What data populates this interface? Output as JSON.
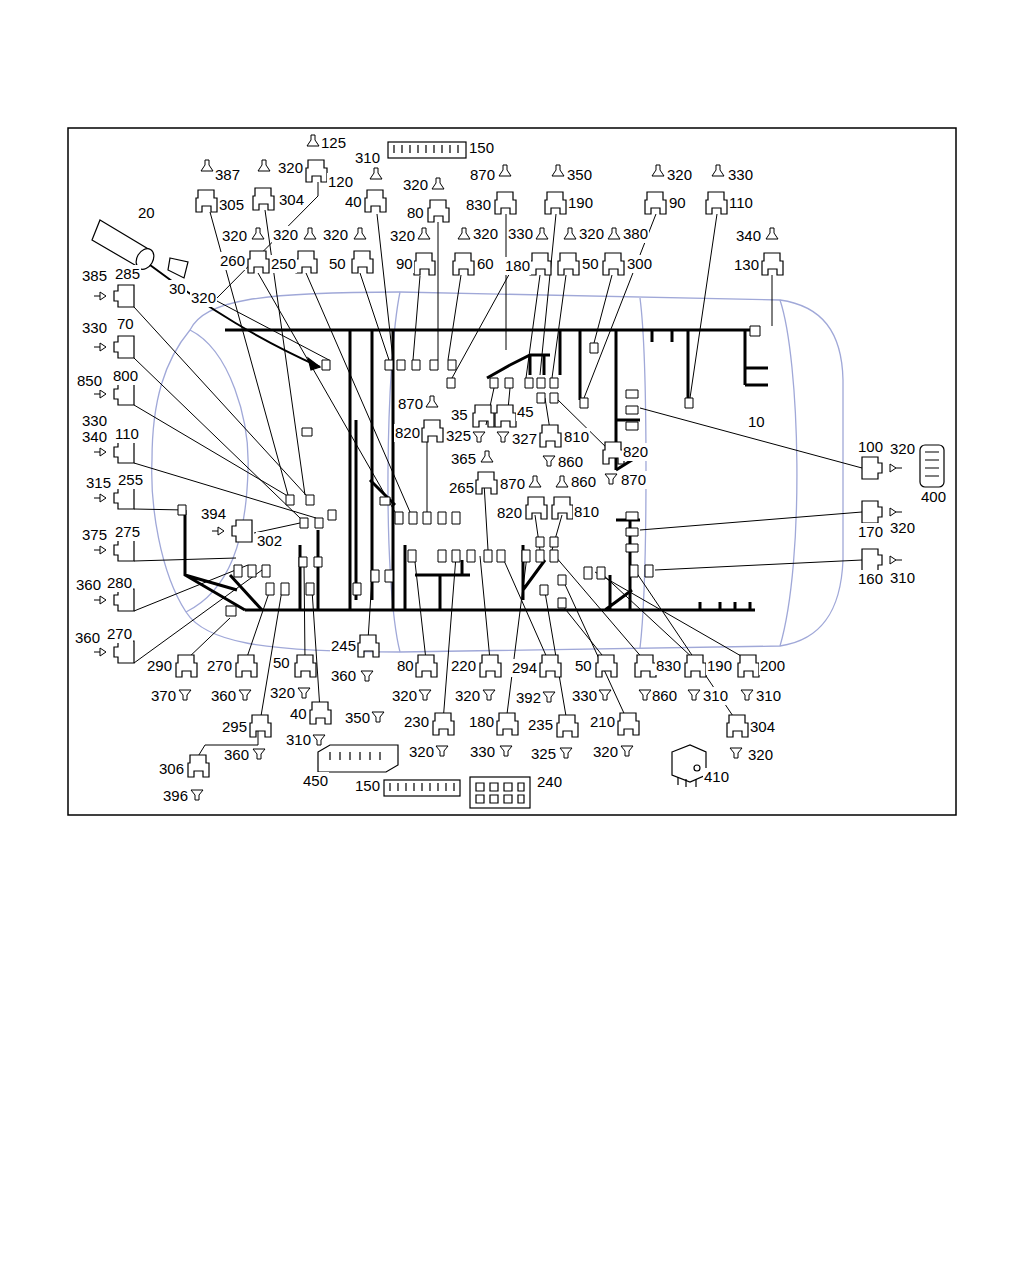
{
  "diagram": {
    "labels": [
      "125",
      "310",
      "150",
      "387",
      "320",
      "120",
      "305",
      "304",
      "320",
      "870",
      "350",
      "320",
      "330",
      "40",
      "80",
      "830",
      "190",
      "90",
      "110",
      "20",
      "320",
      "320",
      "320",
      "320",
      "320",
      "330",
      "320",
      "380",
      "340",
      "260",
      "250",
      "50",
      "90",
      "60",
      "180",
      "50",
      "300",
      "130",
      "30",
      "320",
      "385",
      "285",
      "330",
      "70",
      "850",
      "800",
      "330",
      "340",
      "110",
      "315",
      "255",
      "394",
      "302",
      "375",
      "275",
      "360",
      "280",
      "360",
      "270",
      "870",
      "820",
      "35",
      "45",
      "325",
      "327",
      "810",
      "860",
      "820",
      "870",
      "365",
      "265",
      "870",
      "860",
      "820",
      "810",
      "10",
      "100",
      "320",
      "400",
      "170",
      "320",
      "160",
      "310",
      "245",
      "360",
      "290",
      "270",
      "50",
      "80",
      "220",
      "294",
      "50",
      "830",
      "190",
      "200",
      "370",
      "360",
      "320",
      "320",
      "320",
      "392",
      "330",
      "860",
      "310",
      "310",
      "295",
      "40",
      "350",
      "230",
      "180",
      "235",
      "210",
      "304",
      "360",
      "310",
      "320",
      "330",
      "325",
      "320",
      "320",
      "306",
      "396",
      "450",
      "150",
      "240",
      "410"
    ]
  }
}
